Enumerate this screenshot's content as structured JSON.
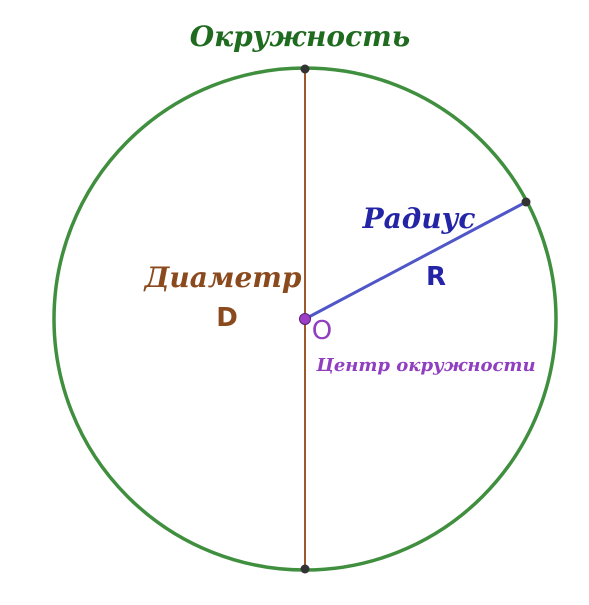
{
  "labels": {
    "title": "Окружность",
    "diameter": "Диаметр",
    "diameter_symbol": "D",
    "radius": "Радиус",
    "radius_symbol": "R",
    "center_point": "O",
    "center": "Центр окружности"
  },
  "colors": {
    "circle": "#3f8f3f",
    "title": "#1f6b1f",
    "diameter": "#9c5a2c",
    "diameter_label": "#8b4a1e",
    "radius": "#4f56c8",
    "radius_label": "#2424a6",
    "center": "#9d3fc6",
    "center_label": "#8f3fc0",
    "endpoint": "#333333"
  }
}
